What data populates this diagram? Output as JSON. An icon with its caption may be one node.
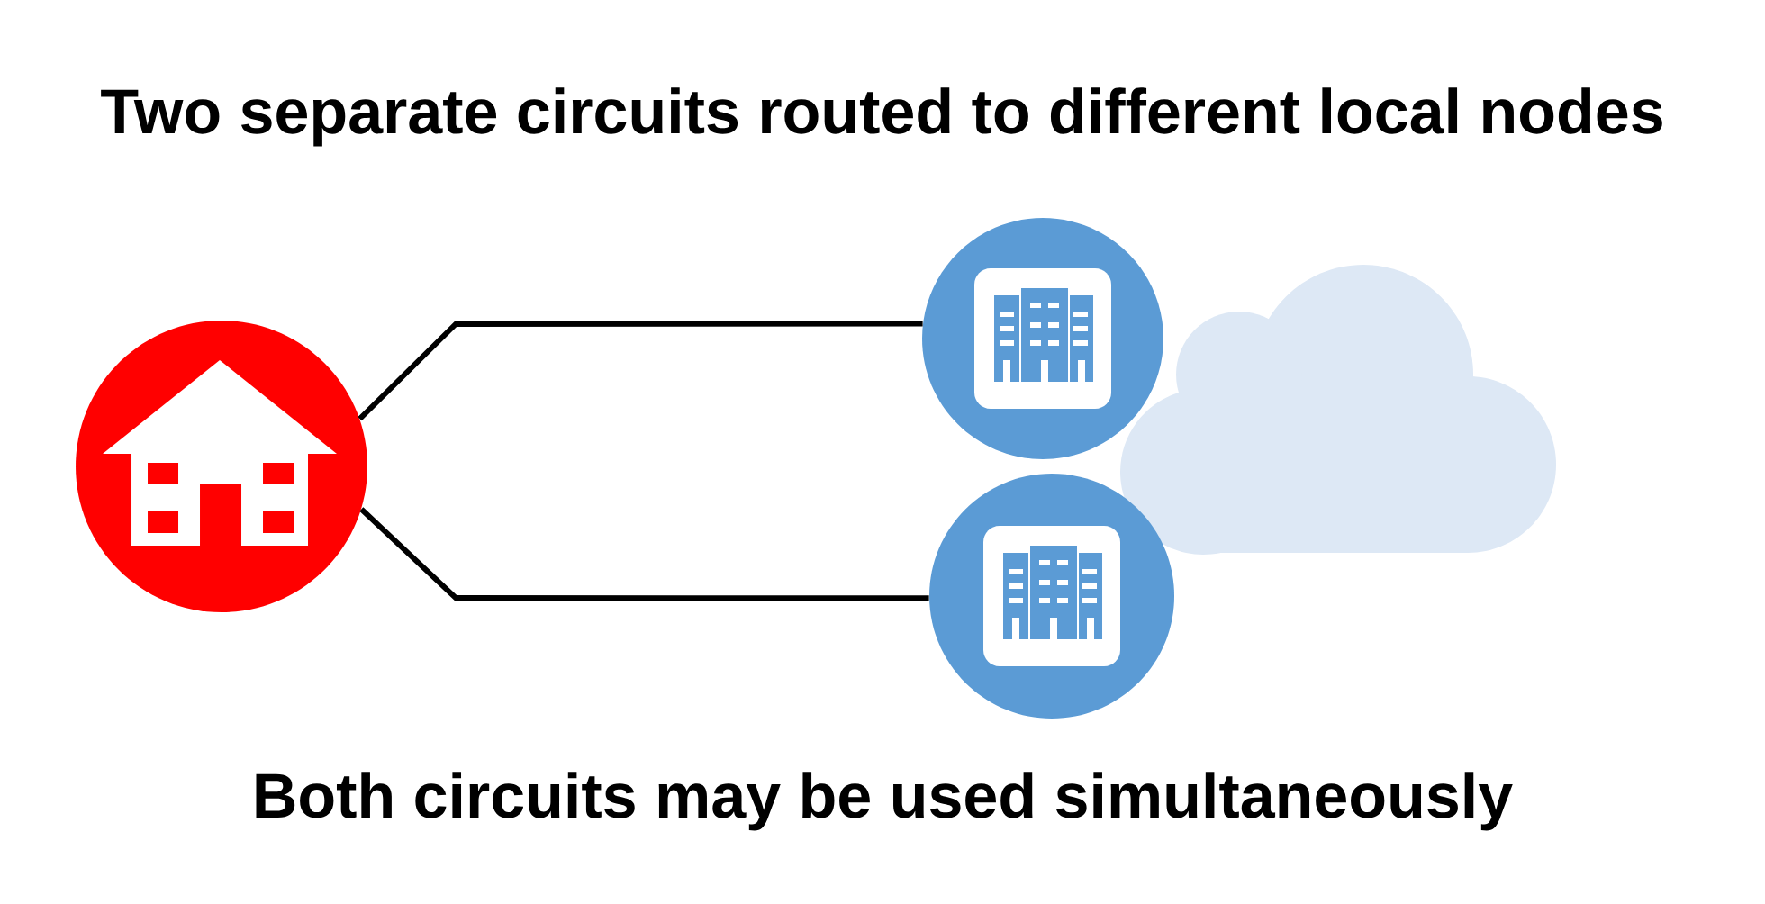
{
  "diagram": {
    "title": "Two separate circuits routed to different local nodes",
    "caption": "Both circuits may be used simultaneously",
    "nodes": [
      {
        "text": [],
        "shape": "picture"
      },
      {
        "text": [],
        "shape": "picture"
      },
      {
        "text": [],
        "shape": "picture"
      },
      {
        "text": [],
        "shape": "cloud"
      }
    ],
    "edges": [
      {
        "from": 0,
        "to": 1,
        "arrow": "none"
      },
      {
        "from": 0,
        "to": 2,
        "arrow": "none"
      }
    ]
  }
}
